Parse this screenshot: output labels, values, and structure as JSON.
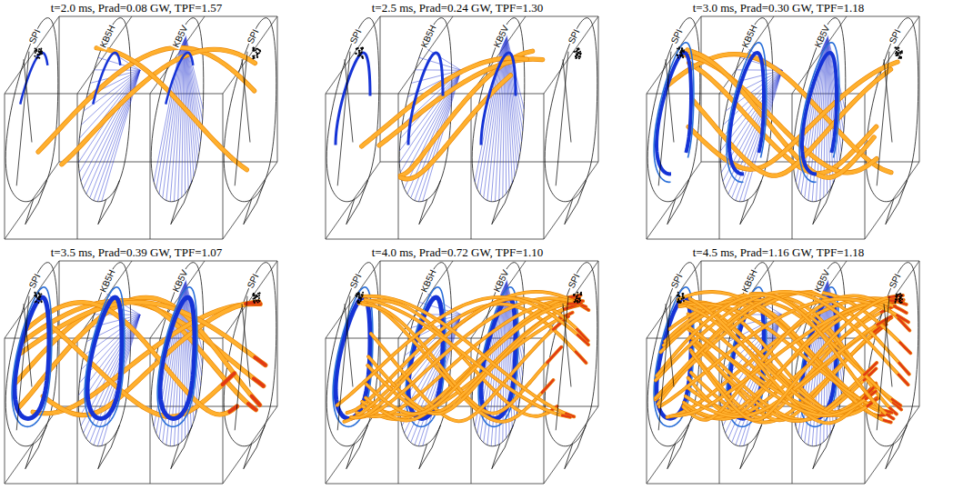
{
  "diagram": {
    "labels": [
      "t=2.0 ms, Prad=0.08 GW, TPF=1.57",
      "SPI",
      "KB5H",
      "KB5V",
      "SPI",
      "t=2.5 ms, Prad=0.24 GW, TPF=1.30",
      "SPI",
      "KB5H",
      "KB5V",
      "SPI",
      "t=3.0 ms, Prad=0.30 GW, TPF=1.18",
      "SPI",
      "KB5H",
      "KB5V",
      "SPI",
      "t=3.5 ms, Prad=0.39 GW, TPF=1.07",
      "SPI",
      "KB5H",
      "KB5V",
      "SPI",
      "t=4.0 ms, Prad=0.72 GW, TPF=1.10",
      "SPI",
      "KB5H",
      "KB5V",
      "SPI",
      "t=4.5 ms, Prad=1.16 GW, TPF=1.18",
      "SPI",
      "KB5H",
      "KB5V",
      "SPI"
    ]
  }
}
